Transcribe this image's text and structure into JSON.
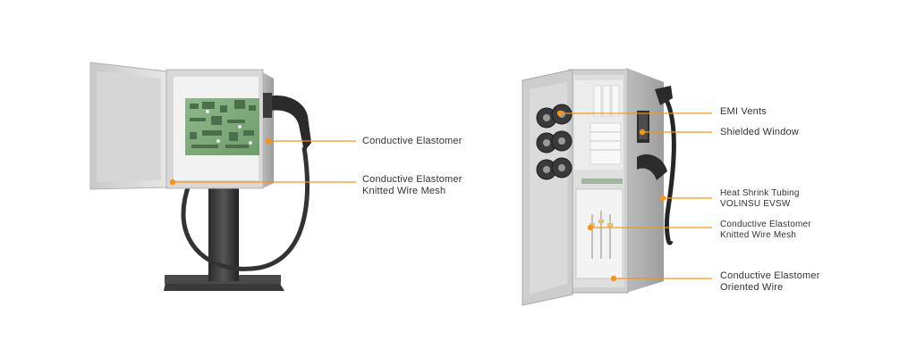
{
  "accent_color": "#f7941d",
  "left_unit": {
    "callouts": [
      {
        "id": "conductive-elastomer",
        "lines": [
          "Conductive Elastomer"
        ]
      },
      {
        "id": "elastomer-knitted-mesh",
        "lines": [
          "Conductive Elastomer",
          "Knitted Wire Mesh"
        ]
      }
    ]
  },
  "right_unit": {
    "callouts": [
      {
        "id": "emi-vents",
        "lines": [
          "EMI Vents"
        ]
      },
      {
        "id": "shielded-window",
        "lines": [
          "Shielded Window"
        ]
      },
      {
        "id": "heat-shrink",
        "lines": [
          "Heat Shrink Tubing",
          "VOLINSU EVSW"
        ]
      },
      {
        "id": "elastomer-knitted-mesh-2",
        "lines": [
          "Conductive Elastomer",
          "Knitted Wire Mesh"
        ]
      },
      {
        "id": "elastomer-oriented-wire",
        "lines": [
          "Conductive Elastomer",
          "Oriented Wire"
        ]
      }
    ]
  }
}
